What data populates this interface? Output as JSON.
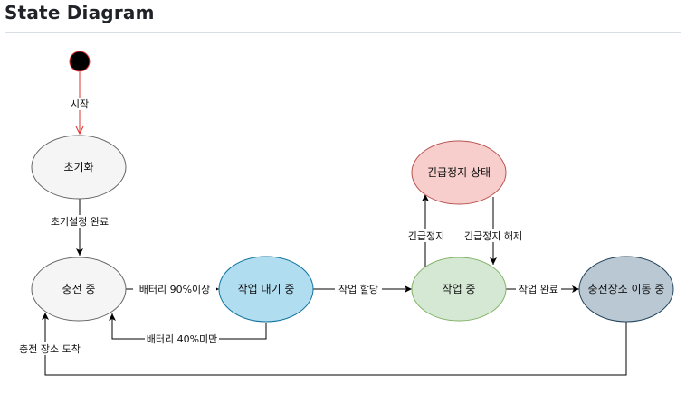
{
  "header": {
    "title": "State Diagram"
  },
  "diagram": {
    "nodes": {
      "init": {
        "label": "초기화",
        "fill": "#f5f5f5",
        "stroke": "#666666"
      },
      "charging": {
        "label": "충전 중",
        "fill": "#f5f5f5",
        "stroke": "#666666"
      },
      "waiting": {
        "label": "작업 대기 중",
        "fill": "#b1ddf0",
        "stroke": "#10739e"
      },
      "working": {
        "label": "작업 중",
        "fill": "#d5e8d4",
        "stroke": "#82b366"
      },
      "emergency": {
        "label": "긴급정지 상태",
        "fill": "#f8cecc",
        "stroke": "#b85450"
      },
      "moving": {
        "label": "충전장소 이동 중",
        "fill": "#bac8d3",
        "stroke": "#23445d"
      }
    },
    "edges": {
      "start": "시작",
      "init_done": "초기설정 완료",
      "battery_high": "배터리 90%이상",
      "battery_low": "배터리 40%미만",
      "assign": "작업 할당",
      "estop": "긴급정지",
      "estop_release": "긴급정지  해제",
      "work_done": "작업 완료",
      "arrived": "충전 장소 도착"
    },
    "colors": {
      "start_node": "#000000",
      "start_node_stroke": "#e03030",
      "start_edge": "#e03030"
    }
  }
}
